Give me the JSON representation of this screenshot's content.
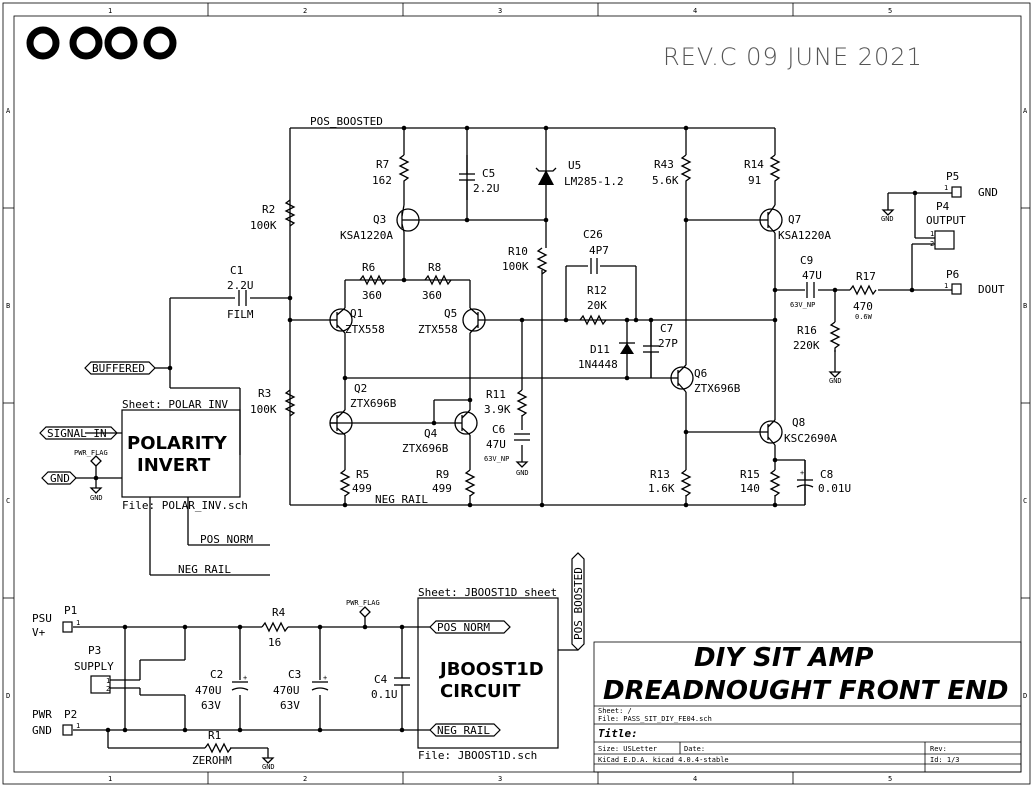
{
  "header": {
    "revision_date": "REV.C  09 JUNE 2021"
  },
  "frame": {
    "cols": [
      "1",
      "2",
      "3",
      "4",
      "5"
    ],
    "rows": [
      "A",
      "B",
      "C",
      "D"
    ]
  },
  "nets": {
    "pos_boosted": "POS_BOOSTED",
    "neg_rail": "NEG_RAIL",
    "buffered": "BUFFERED",
    "signal_in": "SIGNAL_IN",
    "gnd": "GND",
    "pos_norm": "POS_NORM",
    "neg_rail_label": "NEG_RAIL",
    "pwr_flag": "PWR_FLAG",
    "gnd_small": "GND"
  },
  "components": {
    "r7": {
      "ref": "R7",
      "val": "162"
    },
    "c5": {
      "ref": "C5",
      "val": "2.2U"
    },
    "u5": {
      "ref": "U5",
      "val": "LM285-1.2"
    },
    "r43": {
      "ref": "R43",
      "val": "5.6K"
    },
    "r14": {
      "ref": "R14",
      "val": "91"
    },
    "r2": {
      "ref": "R2",
      "val": "100K"
    },
    "q3": {
      "ref": "Q3",
      "val": "KSA1220A"
    },
    "q7": {
      "ref": "Q7",
      "val": "KSA1220A"
    },
    "c1": {
      "ref": "C1",
      "val": "2.2U",
      "note": "FILM"
    },
    "r10": {
      "ref": "R10",
      "val": "100K"
    },
    "c26": {
      "ref": "C26",
      "val": "4P7"
    },
    "c9": {
      "ref": "C9",
      "val": "47U",
      "note": "63V_NP"
    },
    "r17": {
      "ref": "R17",
      "val": "470",
      "note": "0.6W"
    },
    "r6": {
      "ref": "R6",
      "val": "360"
    },
    "r8": {
      "ref": "R8",
      "val": "360"
    },
    "r12": {
      "ref": "R12",
      "val": "20K"
    },
    "q1": {
      "ref": "Q1",
      "val": "ZTX558"
    },
    "q5": {
      "ref": "Q5",
      "val": "ZTX558"
    },
    "c7": {
      "ref": "C7",
      "val": "27P"
    },
    "r16": {
      "ref": "R16",
      "val": "220K"
    },
    "d11": {
      "ref": "D11",
      "val": "1N4448"
    },
    "q6": {
      "ref": "Q6",
      "val": "ZTX696B"
    },
    "q2": {
      "ref": "Q2",
      "val": "ZTX696B"
    },
    "q4": {
      "ref": "Q4",
      "val": "ZTX696B"
    },
    "r3": {
      "ref": "R3",
      "val": "100K"
    },
    "r11": {
      "ref": "R11",
      "val": "3.9K"
    },
    "c6": {
      "ref": "C6",
      "val": "47U",
      "note": "63V_NP"
    },
    "q8": {
      "ref": "Q8",
      "val": "KSC2690A"
    },
    "r5": {
      "ref": "R5",
      "val": "499"
    },
    "r9": {
      "ref": "R9",
      "val": "499"
    },
    "r13": {
      "ref": "R13",
      "val": "1.6K"
    },
    "r15": {
      "ref": "R15",
      "val": "140"
    },
    "c8": {
      "ref": "C8",
      "val": "0.01U"
    },
    "r4": {
      "ref": "R4",
      "val": "16"
    },
    "c2": {
      "ref": "C2",
      "val": "470U",
      "note": "63V"
    },
    "c3": {
      "ref": "C3",
      "val": "470U",
      "note": "63V"
    },
    "c4": {
      "ref": "C4",
      "val": "0.1U"
    },
    "r1": {
      "ref": "R1",
      "val": "ZEROHM"
    }
  },
  "connectors": {
    "p5": {
      "ref": "P5",
      "pin": "1",
      "net": "GND"
    },
    "p4": {
      "ref": "P4",
      "val": "OUTPUT",
      "pin1": "1",
      "pin2": "2"
    },
    "p6": {
      "ref": "P6",
      "pin": "1",
      "net": "DOUT"
    },
    "p1": {
      "ref": "P1",
      "pin": "1",
      "net1": "PSU",
      "net2": "V+"
    },
    "p2": {
      "ref": "P2",
      "pin": "1",
      "net": "PWR",
      "net2": "GND"
    },
    "p3": {
      "ref": "P3",
      "val": "SUPPLY",
      "pin1": "1",
      "pin2": "2"
    }
  },
  "sheets": {
    "polar": {
      "name": "Sheet: POLAR_INV",
      "title1": "POLARITY",
      "title2": "INVERT",
      "file": "File: POLAR_INV.sch"
    },
    "jboost": {
      "name": "Sheet: JBOOST1D sheet",
      "title1": "JBOOST1D",
      "title2": "CIRCUIT",
      "file": "File: JBOOST1D.sch"
    }
  },
  "title_block": {
    "line1": "DIY SIT AMP",
    "line2": "DREADNOUGHT  FRONT END",
    "sheet": "Sheet: /",
    "file": "File: PASS_SIT_DIY_FE04.sch",
    "title": "Title:",
    "size": "Size: USLetter",
    "date": "Date:",
    "rev": "Rev:",
    "kicad": "KiCad E.D.A.  kicad 4.0.4-stable",
    "id": "Id: 1/3"
  }
}
